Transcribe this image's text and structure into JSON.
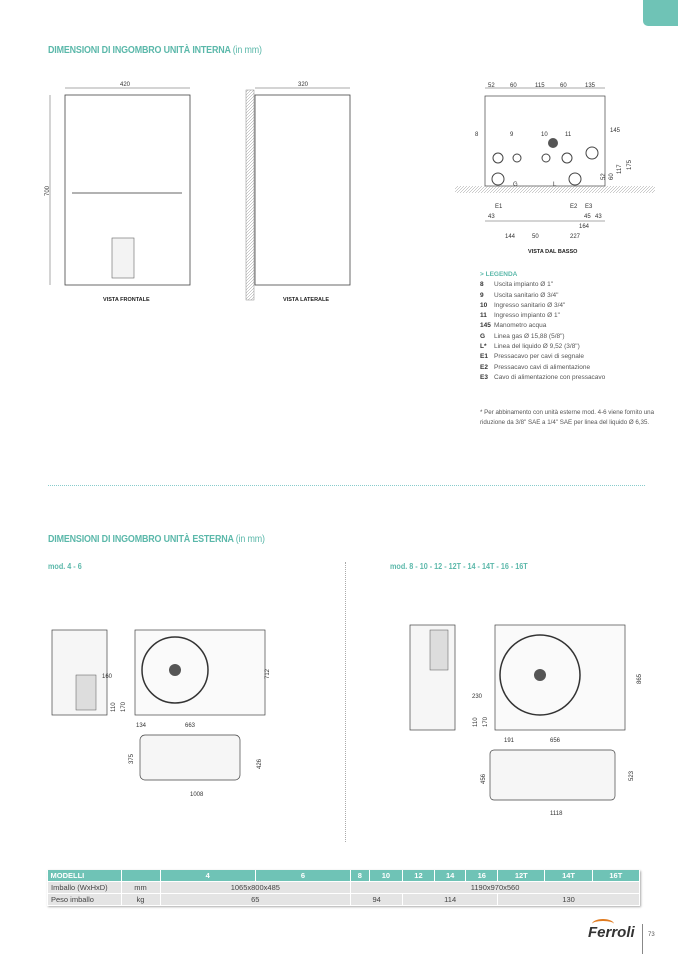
{
  "internal": {
    "title": "DIMENSIONI DI INGOMBRO UNITÀ INTERNA",
    "unit": "(in mm)",
    "front": {
      "caption": "VISTA FRONTALE",
      "width": "420",
      "height": "700"
    },
    "side": {
      "caption": "VISTA LATERALE",
      "depth": "320"
    },
    "bottom": {
      "caption": "VISTA DAL BASSO",
      "top_dims": [
        "52",
        "60",
        "115",
        "60",
        "135"
      ],
      "bottom_dims": [
        "43",
        "144",
        "50",
        "227",
        "164",
        "45",
        "43"
      ],
      "right_dims": [
        "175",
        "117",
        "60",
        "52"
      ],
      "markers": [
        "8",
        "9",
        "10",
        "11",
        "145",
        "G",
        "L",
        "E1",
        "E2",
        "E3"
      ]
    }
  },
  "legend": {
    "heading": "> LEGENDA",
    "items": [
      {
        "code": "8",
        "text": "Uscita impianto Ø 1\""
      },
      {
        "code": "9",
        "text": "Uscita sanitario Ø 3/4\""
      },
      {
        "code": "10",
        "text": "Ingresso sanitario Ø 3/4\""
      },
      {
        "code": "11",
        "text": "Ingresso impianto Ø 1\""
      },
      {
        "code": "145",
        "text": "Manometro acqua"
      },
      {
        "code": "G",
        "text": "Linea gas Ø 15,88 (5/8\")"
      },
      {
        "code": "L*",
        "text": "Linea del liquido Ø 9,52 (3/8\")"
      },
      {
        "code": "E1",
        "text": "Pressacavo per cavi di segnale"
      },
      {
        "code": "E2",
        "text": "Pressacavo cavi di alimentazione"
      },
      {
        "code": "E3",
        "text": "Cavo di alimentazione con pressacavo"
      }
    ],
    "note": "* Per abbinamento con unità esterne mod. 4-6 viene fornito una riduzione da 3/8\" SAE a 1/4\" SAE per linea del liquido Ø 6,35."
  },
  "external": {
    "title": "DIMENSIONI DI INGOMBRO UNITÀ ESTERNA",
    "unit": "(in mm)",
    "small": {
      "label": "mod. 4 - 6",
      "dims": {
        "a": "160",
        "b": "110",
        "c": "170",
        "d": "134",
        "e": "663",
        "h": "712",
        "f": "375",
        "g": "426",
        "w": "1008"
      }
    },
    "large": {
      "label": "mod. 8 - 10 - 12 - 12T - 14 - 14T - 16 - 16T",
      "dims": {
        "a": "230",
        "b": "110",
        "c": "170",
        "d": "191",
        "e": "656",
        "h": "865",
        "f": "456",
        "g": "523",
        "w": "1118"
      }
    }
  },
  "table": {
    "headers": [
      "MODELLI",
      "",
      "4",
      "6",
      "8",
      "10",
      "12",
      "14",
      "16",
      "12T",
      "14T",
      "16T"
    ],
    "rows": [
      {
        "label": "Imballo (WxHxD)",
        "unit": "mm",
        "v1": "1065x800x485",
        "v2": "1190x970x560"
      },
      {
        "label": "Peso imballo",
        "unit": "kg",
        "v1": "65",
        "v2": "94",
        "v3": "114",
        "v4": "130"
      }
    ]
  },
  "footer": {
    "brand": "Ferroli",
    "page": "73"
  }
}
